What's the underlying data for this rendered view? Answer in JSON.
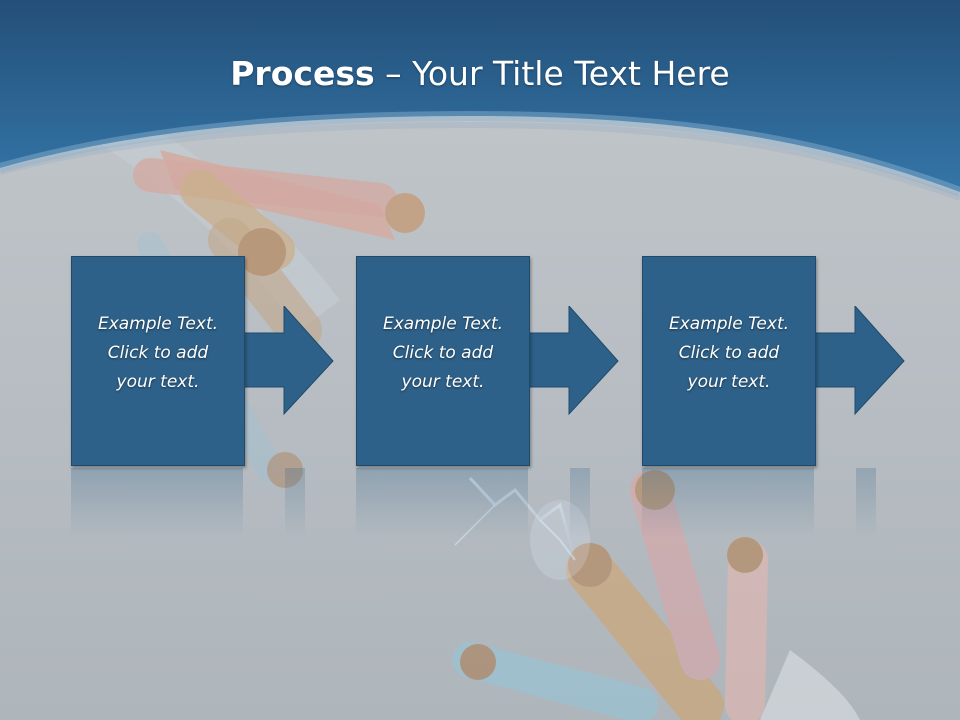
{
  "slide": {
    "title_bold": "Process",
    "title_rest": " – Your Title Text Here"
  },
  "steps": [
    {
      "line1": "Example Text.",
      "line2": "Click  to add",
      "line3": "your text."
    },
    {
      "line1": "Example Text.",
      "line2": "Click  to add",
      "line3": "your text."
    },
    {
      "line1": "Example Text.",
      "line2": "Click  to add",
      "line3": "your text."
    }
  ],
  "colors": {
    "header_blue": "#2e6fa0",
    "box_fill": "#2e6189",
    "background_gray": "#b9bfc4"
  },
  "icons": [
    "right-arrow-icon",
    "cable-wires-image",
    "lightning-spark-image"
  ]
}
